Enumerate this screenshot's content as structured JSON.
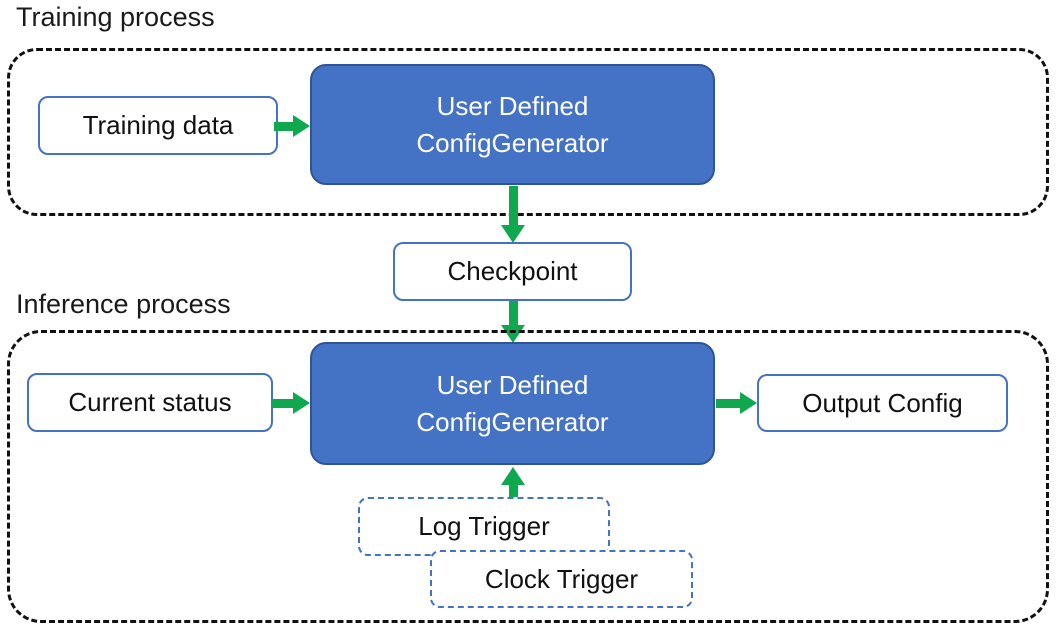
{
  "colors": {
    "generator_fill": "#4472C4",
    "generator_border": "#2F5597",
    "light_box_border": "#4472C4",
    "trigger_border": "#4472C4",
    "arrow_green": "#10A84F",
    "container_border": "#111111",
    "text_dark": "#111111",
    "text_light": "#FFFFFF"
  },
  "training": {
    "label": "Training process",
    "data_box": "Training data",
    "generator_line1": "User Defined",
    "generator_line2": "ConfigGenerator"
  },
  "checkpoint": {
    "label": "Checkpoint"
  },
  "inference": {
    "label": "Inference process",
    "status_box": "Current status",
    "generator_line1": "User Defined",
    "generator_line2": "ConfigGenerator",
    "output_box": "Output Config",
    "log_trigger": "Log Trigger",
    "clock_trigger": "Clock Trigger"
  }
}
